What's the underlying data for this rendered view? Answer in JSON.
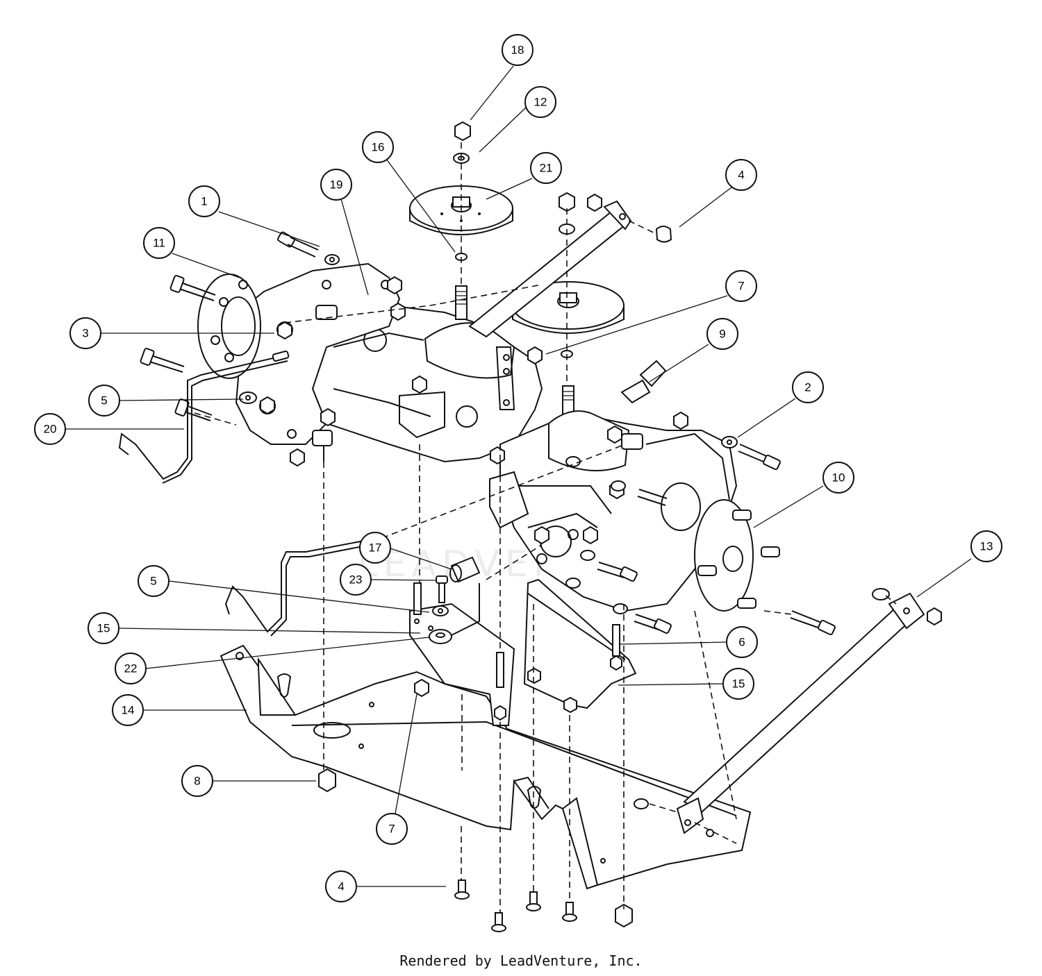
{
  "footer": {
    "text": "Rendered by LeadVenture, Inc."
  },
  "watermark": {
    "text": "LEADVENTURE"
  },
  "callouts": [
    {
      "number": "18"
    },
    {
      "number": "12"
    },
    {
      "number": "16"
    },
    {
      "number": "21"
    },
    {
      "number": "4"
    },
    {
      "number": "19"
    },
    {
      "number": "1"
    },
    {
      "number": "11"
    },
    {
      "number": "7"
    },
    {
      "number": "9"
    },
    {
      "number": "3"
    },
    {
      "number": "2"
    },
    {
      "number": "5"
    },
    {
      "number": "20"
    },
    {
      "number": "10"
    },
    {
      "number": "17"
    },
    {
      "number": "13"
    },
    {
      "number": "5"
    },
    {
      "number": "23"
    },
    {
      "number": "15"
    },
    {
      "number": "6"
    },
    {
      "number": "22"
    },
    {
      "number": "15"
    },
    {
      "number": "14"
    },
    {
      "number": "8"
    },
    {
      "number": "7"
    },
    {
      "number": "4"
    }
  ]
}
